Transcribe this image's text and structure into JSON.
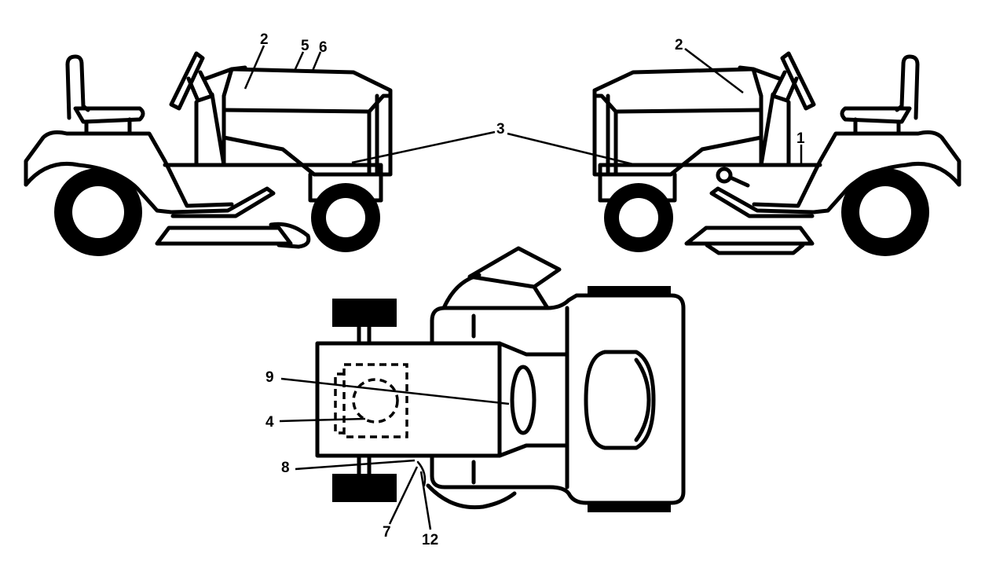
{
  "callouts": {
    "c1": "1",
    "c2_left": "2",
    "c2_right": "2",
    "c3": "3",
    "c4": "4",
    "c5": "5",
    "c6": "6",
    "c7": "7",
    "c8": "8",
    "c9": "9",
    "c12": "12"
  },
  "colors": {
    "ink": "#000000",
    "paper": "#ffffff"
  }
}
